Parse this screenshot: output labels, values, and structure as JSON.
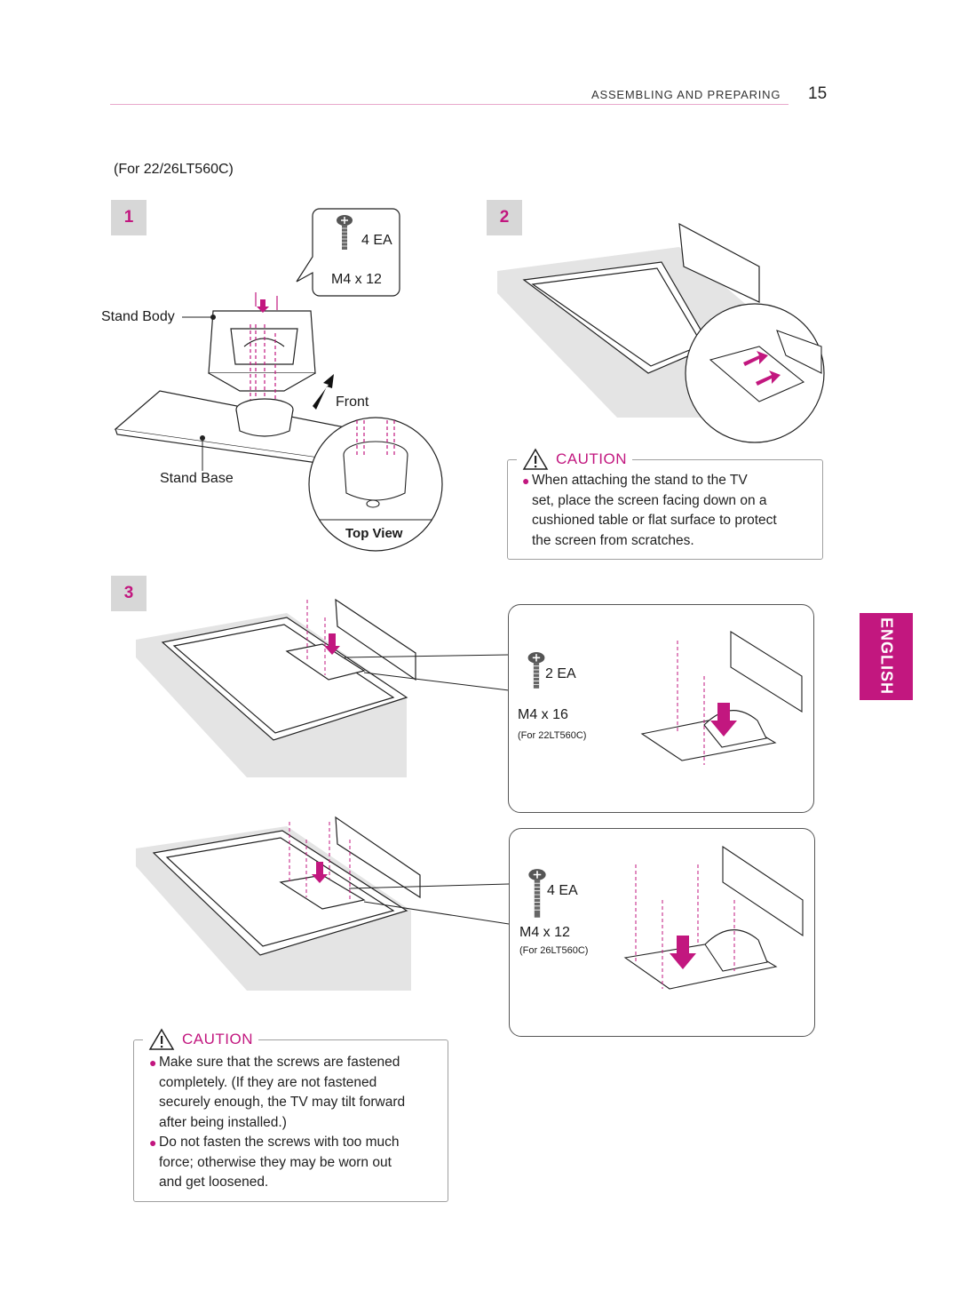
{
  "header": {
    "section_title": "ASSEMBLING AND PREPARING",
    "page_number": "15"
  },
  "model_note": "(For 22/26LT560C)",
  "steps": [
    "1",
    "2",
    "3"
  ],
  "step1": {
    "screw_qty": "4 EA",
    "screw_size": "M4 x 12",
    "stand_body_label": "Stand Body",
    "stand_base_label": "Stand Base",
    "front_label": "Front",
    "top_view_label": "Top View"
  },
  "caution_top": {
    "title": "CAUTION",
    "bullets": [
      "When attaching the stand to the TV set, place the screen facing down on a cushioned table or flat surface to protect the screen from scratches."
    ],
    "lines": [
      "When attaching the stand to the TV",
      "set, place the screen facing down on a",
      "cushioned table or flat surface to protect",
      "the screen from scratches."
    ]
  },
  "step3": {
    "detail_22": {
      "qty": "2 EA",
      "size": "M4 x 16",
      "model": "(For 22LT560C)"
    },
    "detail_26": {
      "qty": "4 EA",
      "size": "M4 x 12",
      "model": "(For 26LT560C)"
    }
  },
  "caution_bottom": {
    "title": "CAUTION",
    "bullet1_lines": [
      "Make sure that the screws are fastened",
      "completely. (If they are not fastened",
      "securely enough, the TV may tilt forward",
      "after being installed.)"
    ],
    "bullet2_lines": [
      "Do not fasten the screws with too much",
      "force; otherwise they may be worn out",
      "and get loosened."
    ]
  },
  "side_tab": "ENGLISH",
  "colors": {
    "accent": "#c2177f",
    "badge_bg": "#d7d7d7",
    "line": "#e8a9cc"
  }
}
